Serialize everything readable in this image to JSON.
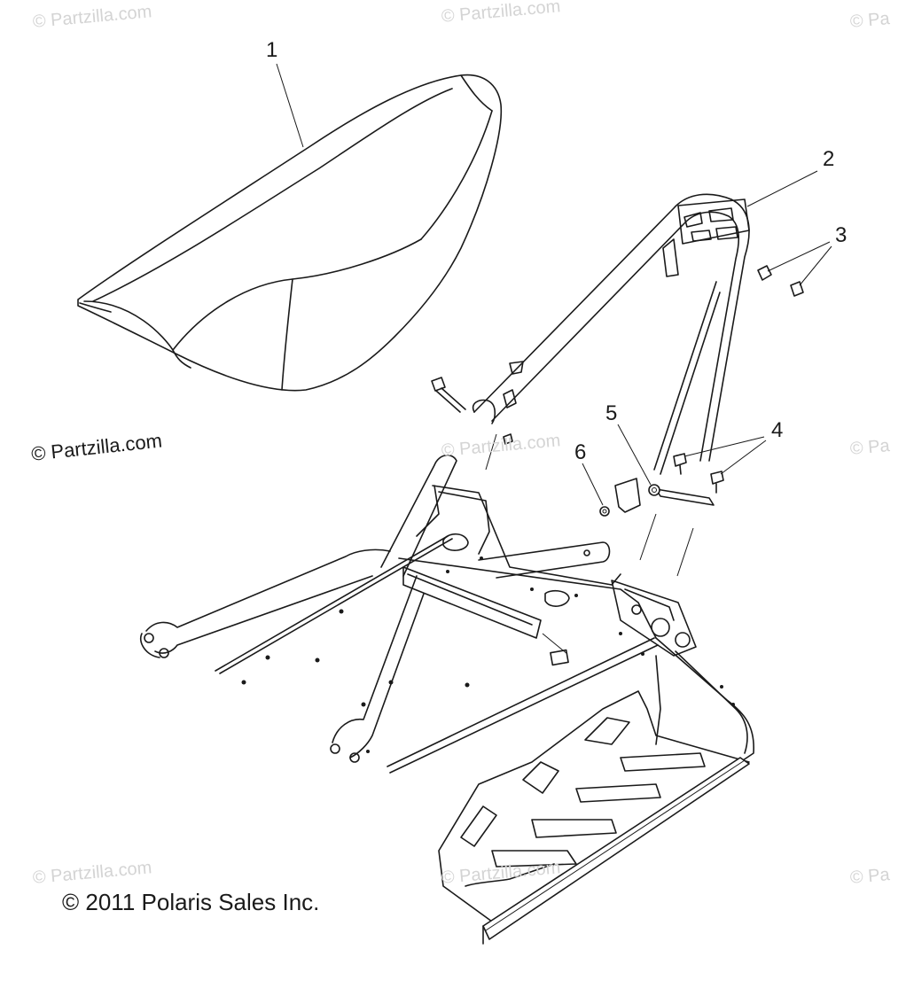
{
  "watermark": {
    "text": "© Partzilla.com",
    "text_short": "© Pa"
  },
  "callouts": {
    "c1": "1",
    "c2": "2",
    "c3": "3",
    "c4": "4",
    "c5": "5",
    "c6": "6"
  },
  "copyright": "© 2011 Polaris Sales Inc.",
  "colors": {
    "line": "#1a1a1a",
    "watermark": "#d4d4d4",
    "background": "#ffffff"
  }
}
